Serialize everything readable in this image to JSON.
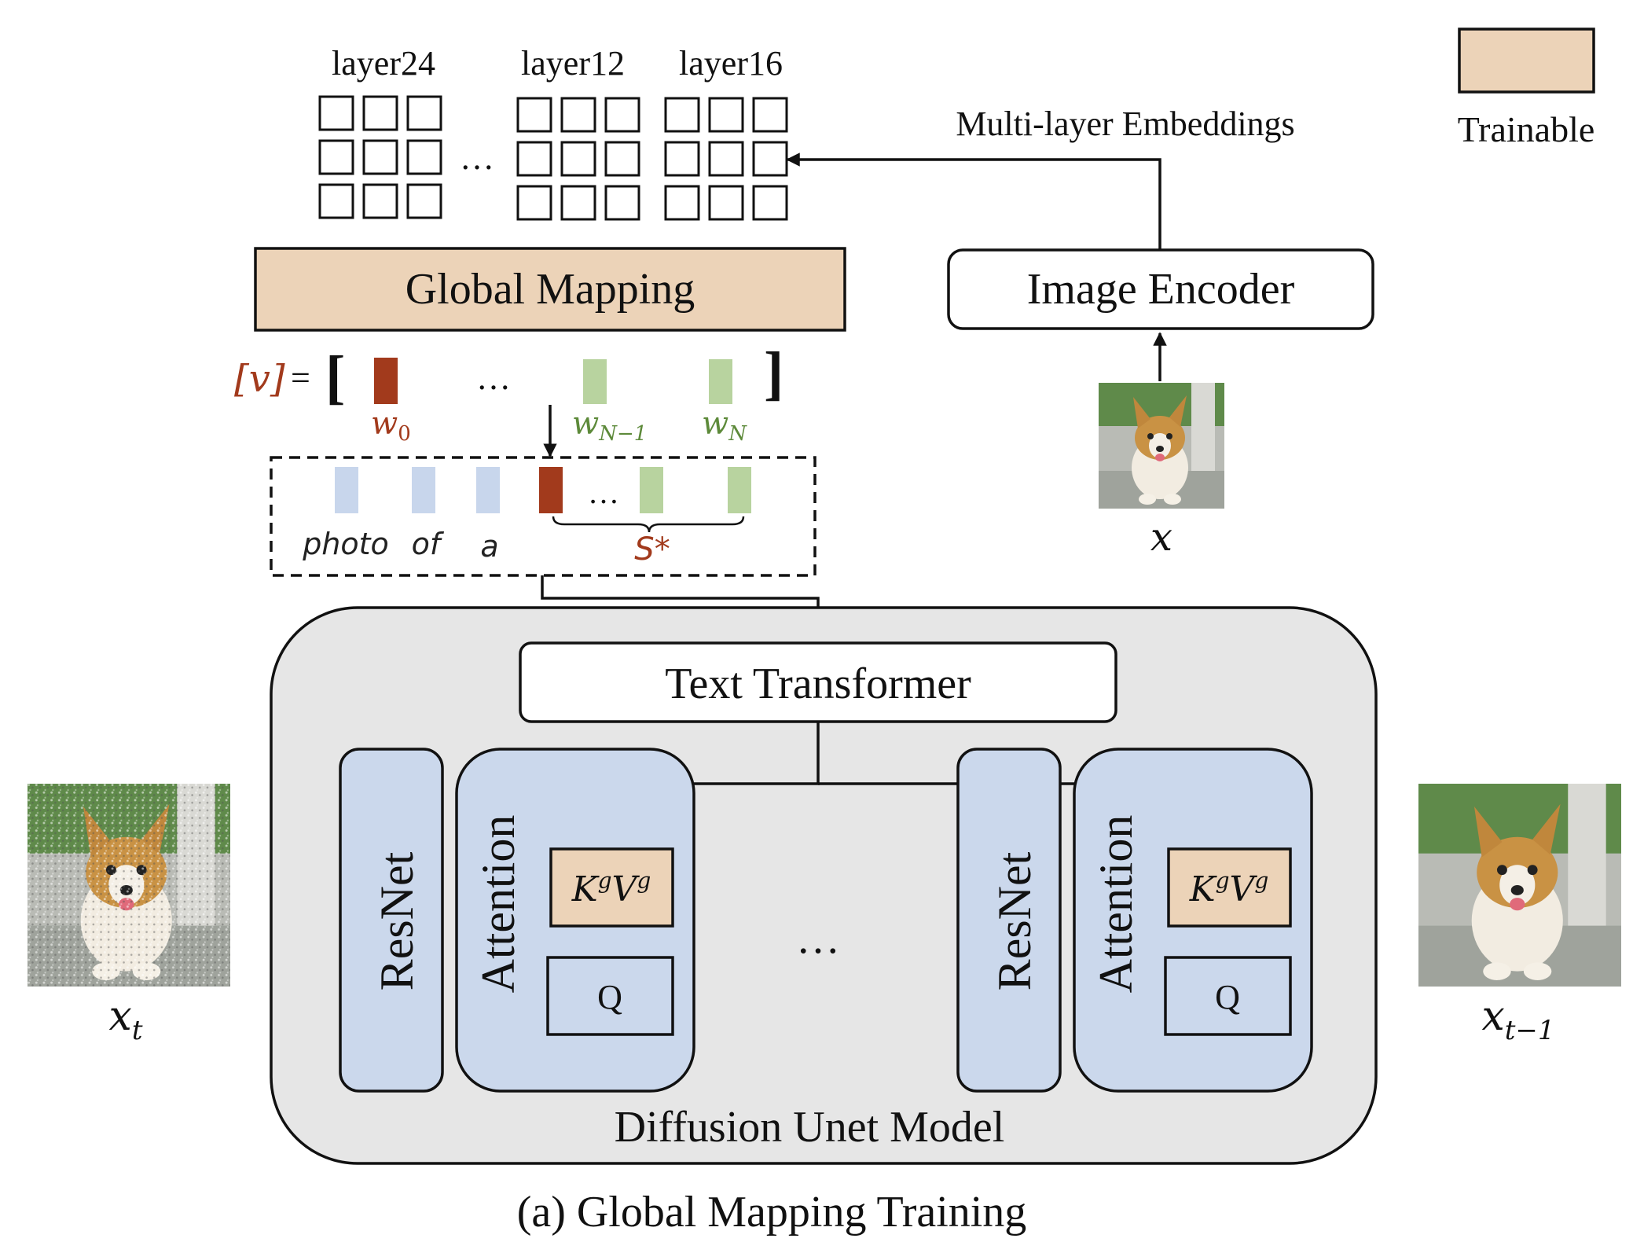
{
  "title": "(a) Global Mapping Training",
  "legend": {
    "label": "Trainable",
    "color": "#ecd3b8"
  },
  "layers": [
    "layer24",
    "layer12",
    "layer16"
  ],
  "layers_ellipsis": "…",
  "embeddings_label": "Multi-layer Embeddings",
  "global_mapping_label": "Global Mapping",
  "image_encoder_label": "Image Encoder",
  "v_equation": {
    "lhs": "[v]",
    "equals": "=",
    "open_bracket": "[",
    "close_bracket": "]",
    "ellipsis": "…"
  },
  "v_tokens": [
    {
      "label_base": "w",
      "label_sub": "0",
      "color": "#a23a1c"
    },
    {
      "label_base": "w",
      "label_sub": "N−1",
      "color": "#b8d39f"
    },
    {
      "label_base": "w",
      "label_sub": "N",
      "color": "#b8d39f"
    }
  ],
  "prompt_words": [
    "photo",
    "of",
    "a"
  ],
  "prompt_ellipsis": "…",
  "placeholder_token": "S*",
  "input_image_label": "x",
  "noisy_label_base": "x",
  "noisy_label_sub": "t",
  "denoised_label_base": "x",
  "denoised_label_sub": "t−1",
  "unet_label": "Diffusion Unet Model",
  "text_transformer_label": "Text Transformer",
  "blocks": [
    {
      "resnet": "ResNet",
      "attention": "Attention",
      "kv_base1": "K",
      "kv_sup1": "g",
      "kv_base2": "V",
      "kv_sup2": "g",
      "q": "Q"
    },
    {
      "resnet": "ResNet",
      "attention": "Attention",
      "kv_base1": "K",
      "kv_sup1": "g",
      "kv_base2": "V",
      "kv_sup2": "g",
      "q": "Q"
    }
  ],
  "blocks_ellipsis": "…",
  "colors": {
    "trainable": "#ecd3b8",
    "unet_bg": "#e6e6e6",
    "block_blue": "#cbd8ec",
    "prompt_blue": "#c8d6ec",
    "token_red": "#a23a1c",
    "token_green": "#b8d39f",
    "label_red": "#a23a1c",
    "label_green": "#5d8a3a"
  }
}
